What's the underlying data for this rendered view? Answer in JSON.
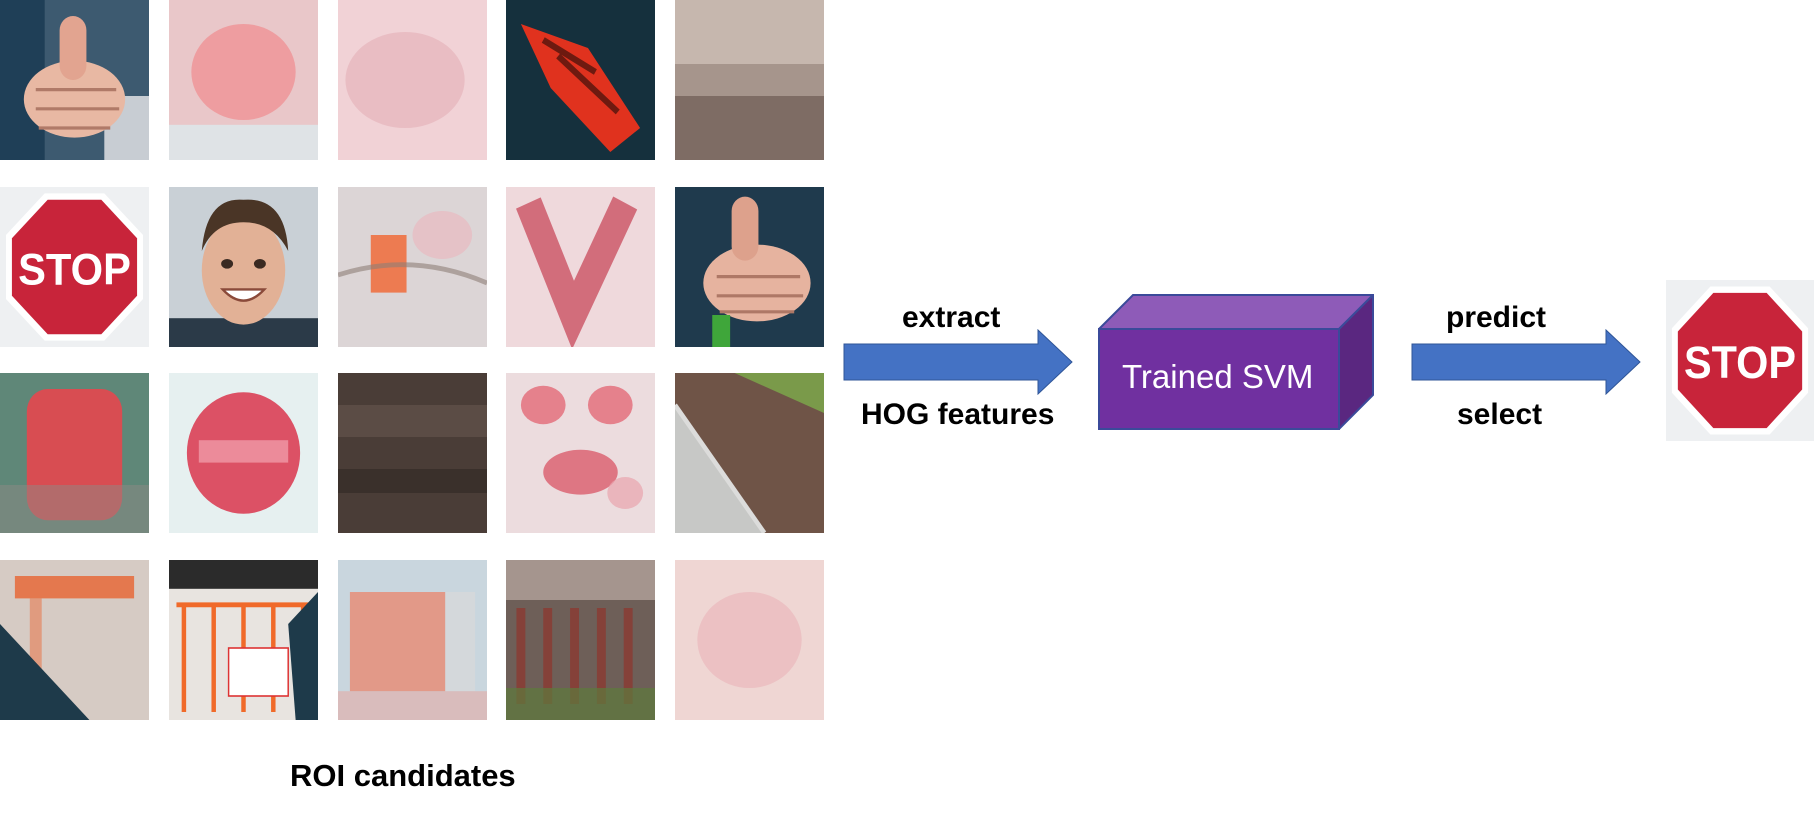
{
  "diagram": {
    "roi_caption": "ROI candidates",
    "extract_label": "extract",
    "hog_label": "HOG features",
    "svm_label": "Trained SVM",
    "predict_label": "predict",
    "select_label": "select",
    "stop_text": "STOP"
  },
  "colors": {
    "arrow": "#4472c4",
    "svm_front": "#7030a0",
    "svm_top": "#8e5bb8",
    "svm_side": "#5a2780",
    "stop_red": "#c8243a"
  },
  "roi_tiles": [
    [
      "thumb-icon",
      "blurred-red",
      "blurred-pink",
      "logo-fragment",
      "blurred-brown"
    ],
    [
      "stop-sign",
      "face",
      "blurred-orange",
      "blurred-red-v",
      "thumb-icon"
    ],
    [
      "blurred-red-sign",
      "blurred-round-sign",
      "blurred-dark",
      "blurred-pink-mix",
      "sidewalk"
    ],
    [
      "blurred-orange-fence",
      "fence-scene",
      "blurred-orange-block",
      "blurred-fence-dark",
      "blurred-light-pink"
    ]
  ]
}
